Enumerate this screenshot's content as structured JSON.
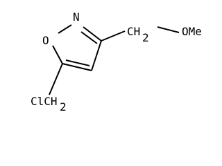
{
  "molecule": {
    "atoms": {
      "ring_oxygen": "O",
      "ring_nitrogen": "N",
      "methoxymethyl_ch2": "CH",
      "methoxymethyl_ch2_subscript": "2",
      "methoxy": "OMe",
      "chloromethyl": "ClCH",
      "chloromethyl_subscript": "2"
    },
    "colors": {
      "bond": "#000000",
      "text": "#000000",
      "background": "#ffffff"
    }
  }
}
